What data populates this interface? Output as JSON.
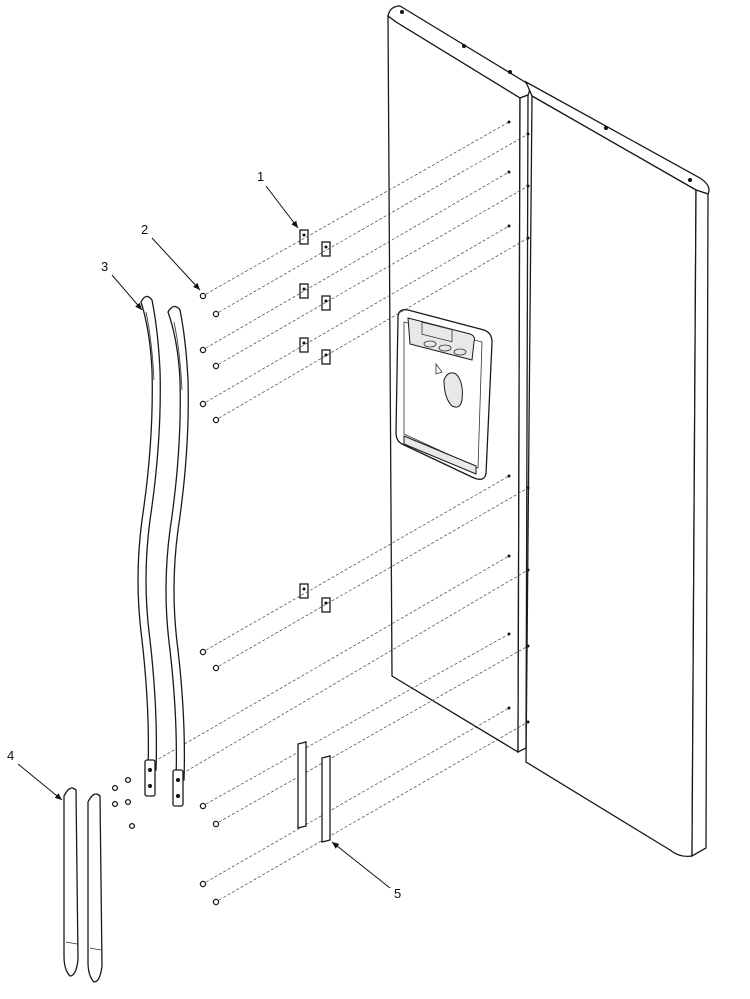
{
  "callouts": [
    {
      "id": "1",
      "label": "1"
    },
    {
      "id": "2",
      "label": "2"
    },
    {
      "id": "3",
      "label": "3"
    },
    {
      "id": "4",
      "label": "4"
    },
    {
      "id": "5",
      "label": "5"
    }
  ],
  "colors": {
    "line": "#1a1a1a",
    "background": "#ffffff",
    "shade": "#e8e8e8"
  }
}
